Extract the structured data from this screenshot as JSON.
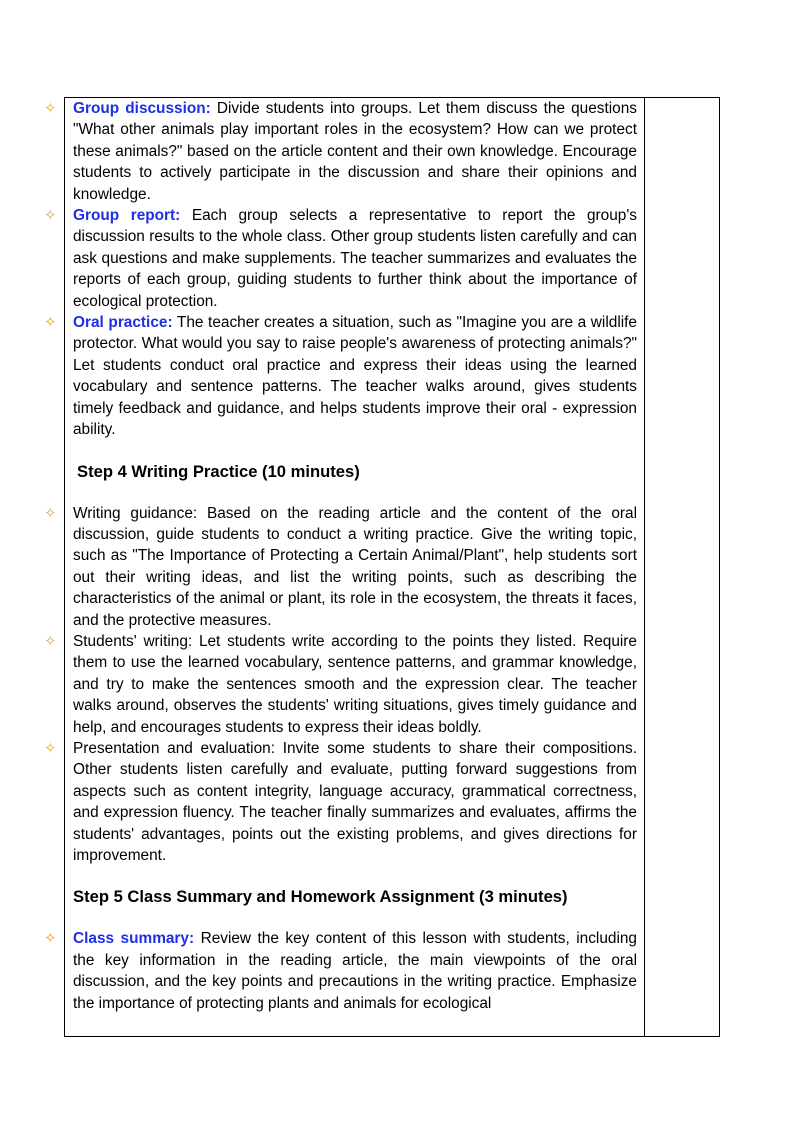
{
  "section_a": {
    "items": [
      {
        "lead": "Group discussion:",
        "text": " Divide students into groups. Let them discuss the questions \"What other animals play important roles in the ecosystem? How can we protect these animals?\" based on the article content and their own knowledge. Encourage students to actively participate in the discussion and share their opinions and knowledge."
      },
      {
        "lead": "Group report:",
        "text": " Each group selects a representative to report the group's discussion results to the whole class. Other group students listen carefully and can ask questions and make supplements. The teacher summarizes and evaluates the reports of each group, guiding students to further think about the importance of ecological protection."
      },
      {
        "lead": "Oral practice:",
        "text": " The teacher creates a situation, such as \"Imagine you are a wildlife protector. What would you say to raise people's awareness of protecting animals?\" Let students conduct oral practice and express their ideas using the learned vocabulary and sentence patterns. The teacher walks around, gives students timely feedback and guidance, and helps students improve their oral - expression ability."
      }
    ]
  },
  "step4": {
    "heading": "Step 4 Writing Practice (10 minutes)",
    "items": [
      {
        "text": "Writing guidance: Based on the reading article and the content of the oral discussion, guide students to conduct a writing practice. Give the writing topic, such as \"The Importance of Protecting a Certain Animal/Plant\", help students sort out their writing ideas, and list the writing points, such as describing the characteristics of the animal or plant, its role in the ecosystem, the threats it faces, and the protective measures."
      },
      {
        "text": "Students' writing: Let students write according to the points they listed. Require them to use the learned vocabulary, sentence patterns, and grammar knowledge, and try to make the sentences smooth and the expression clear. The teacher walks around, observes the students' writing situations, gives timely guidance and help, and encourages students to express their ideas boldly."
      },
      {
        "text": "Presentation and evaluation: Invite some students to share their compositions. Other students listen carefully and evaluate, putting forward suggestions from aspects such as content integrity, language accuracy, grammatical correctness, and expression fluency. The teacher finally summarizes and evaluates, affirms the students' advantages, points out the existing problems, and gives directions for improvement."
      }
    ]
  },
  "step5": {
    "heading": "Step 5 Class Summary and Homework Assignment (3 minutes)",
    "items": [
      {
        "lead": "Class summary:",
        "text": " Review the key content of this lesson with students, including the key information in the reading article, the main viewpoints of the oral discussion, and the key points and precautions in the writing practice. Emphasize the importance of protecting plants and animals for ecological"
      }
    ]
  },
  "bullet_symbol": "✧",
  "colors": {
    "lead": "#1e2fe6",
    "bullet": "#e8a23a",
    "border": "#000000"
  }
}
